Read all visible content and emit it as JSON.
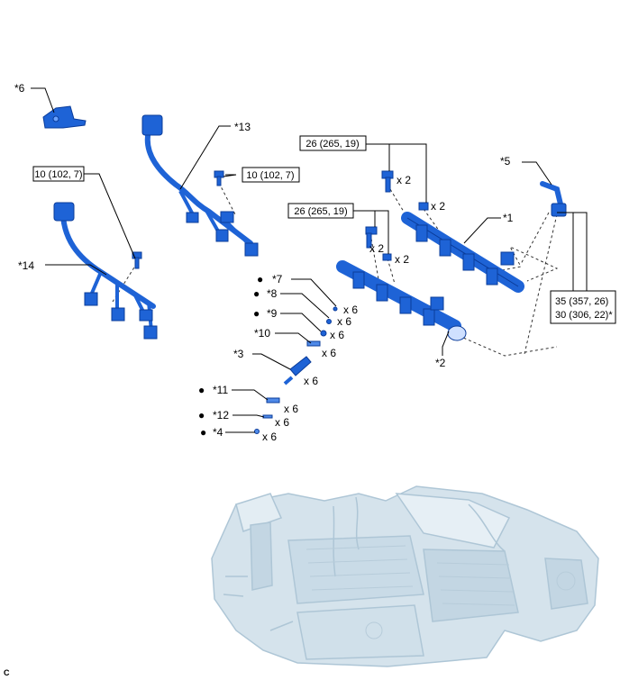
{
  "callouts": {
    "c6": "*6",
    "c13": "*13",
    "c14": "*14",
    "c5": "*5",
    "c1": "*1",
    "c2": "*2",
    "c7": "*7",
    "c8": "*8",
    "c9": "*9",
    "c10": "*10",
    "c3": "*3",
    "c11": "*11",
    "c12": "*12",
    "c4": "*4"
  },
  "torque": {
    "bolt14": "10 (102, 7)",
    "bolt13": "10 (102, 7)",
    "bolt1": "26 (265, 19)",
    "bolt2": "26 (265, 19)",
    "pipe5_line1": "35 (357, 26)",
    "pipe5_line2": "30 (306, 22)*"
  },
  "quantities": {
    "bolt1_a": "x 2",
    "bolt1_b": "x 2",
    "bolt2_a": "x 2",
    "bolt2_b": "x 2",
    "q7": "x 6",
    "q8": "x 6",
    "q9": "x 6",
    "q10": "x 6",
    "q3": "x 6",
    "q11": "x 6",
    "q12": "x 6",
    "q4": "x 6"
  },
  "markers": {
    "bullet": "●"
  },
  "corner_code": "C",
  "colors": {
    "part_blue": "#1e63d6",
    "part_dark": "#0b3c9a",
    "engine_fill": "#d5e3ec",
    "engine_stroke": "#a9c2d2"
  }
}
